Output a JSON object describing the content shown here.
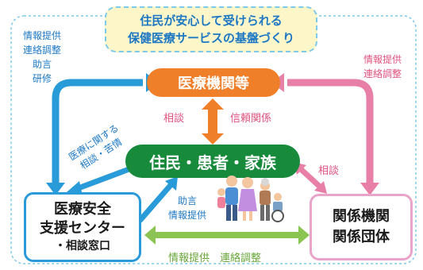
{
  "banner": {
    "line1": "住民が安心して受けられる",
    "line2": "保健医療サービスの基盤づくり"
  },
  "nodes": {
    "medical": "医療機関等",
    "residents": "住民・患者・家族",
    "center": {
      "line1": "医療安全",
      "line2": "支援センター",
      "line3": "・相談窓口"
    },
    "org": {
      "line1": "関係機関",
      "line2": "関係団体"
    }
  },
  "labels": {
    "center_to_medical": [
      "情報提供",
      "連絡調整",
      "助言",
      "研修"
    ],
    "org_to_medical": [
      "情報提供",
      "連絡調整"
    ],
    "consult_left": "相談",
    "trust": "信頼関係",
    "consult_right": "相談",
    "residents_to_center": [
      "医療に関する",
      "相談・苦情"
    ],
    "center_to_residents": [
      "助言",
      "情報提供"
    ],
    "center_org": "情報提供　連絡調整"
  },
  "colors": {
    "blue": "#2a9bd9",
    "pink": "#e77fa6",
    "orange": "#f07f2a",
    "green": "#8cc453",
    "dashed": "#7dc9ea"
  }
}
